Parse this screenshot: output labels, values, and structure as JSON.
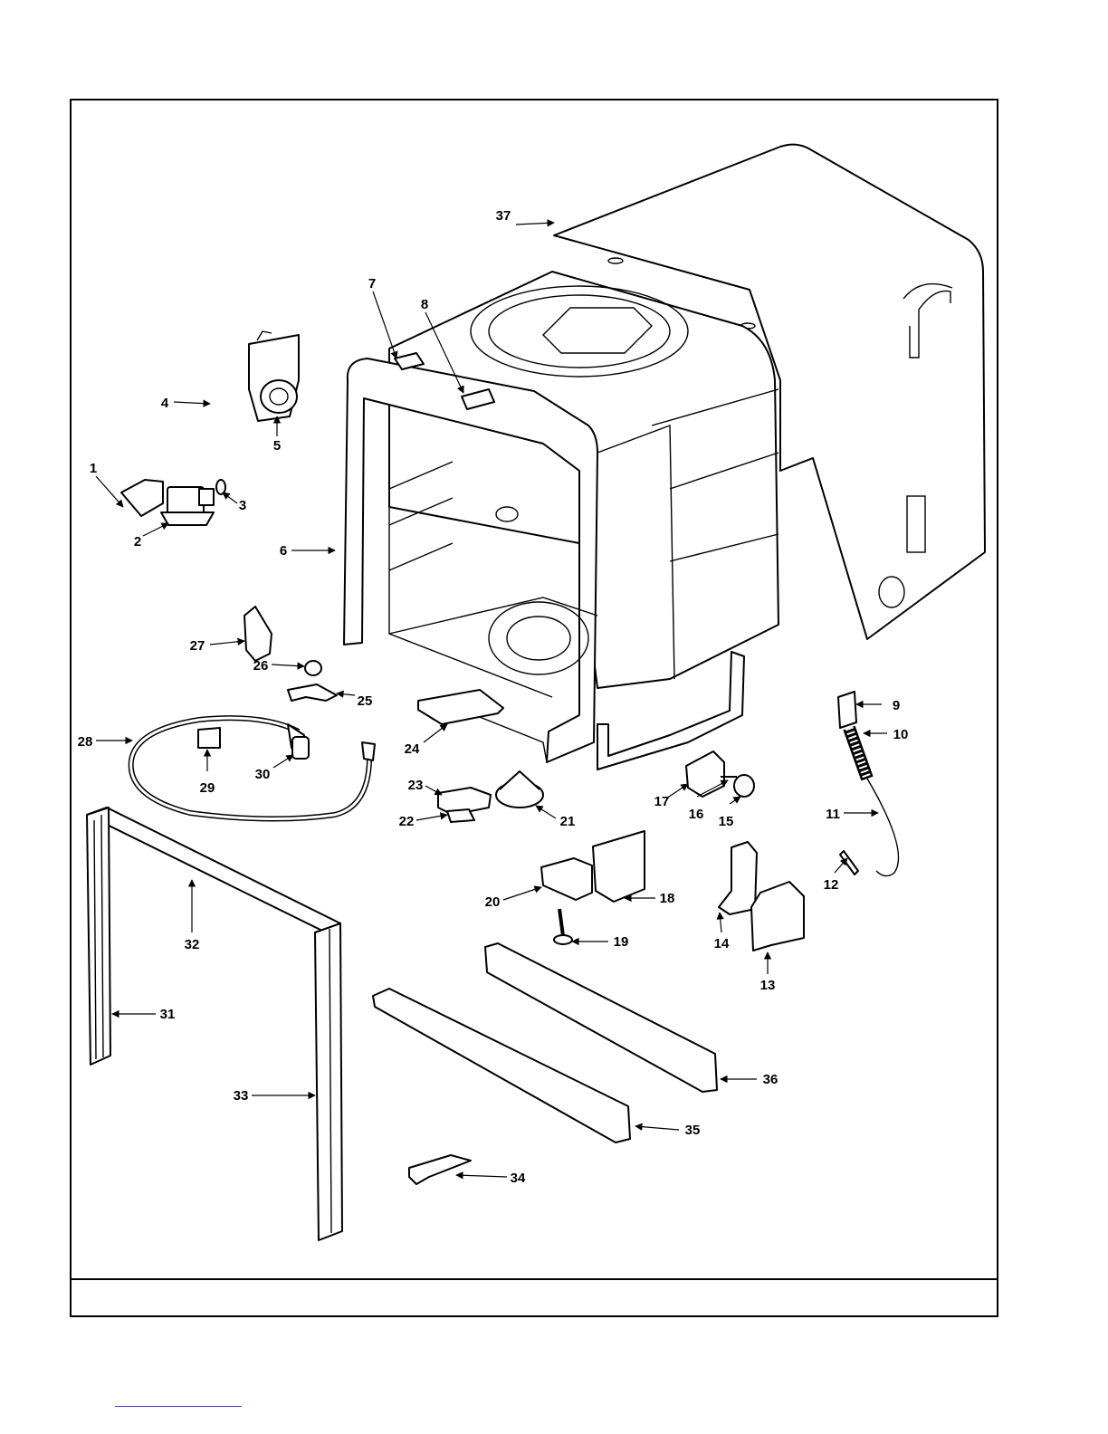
{
  "diagram": {
    "callouts": [
      {
        "id": "1",
        "label": "1"
      },
      {
        "id": "2",
        "label": "2"
      },
      {
        "id": "3",
        "label": "3"
      },
      {
        "id": "4",
        "label": "4"
      },
      {
        "id": "5",
        "label": "5"
      },
      {
        "id": "6",
        "label": "6"
      },
      {
        "id": "7",
        "label": "7"
      },
      {
        "id": "8",
        "label": "8"
      },
      {
        "id": "9",
        "label": "9"
      },
      {
        "id": "10",
        "label": "10"
      },
      {
        "id": "11",
        "label": "11"
      },
      {
        "id": "12",
        "label": "12"
      },
      {
        "id": "13",
        "label": "13"
      },
      {
        "id": "14",
        "label": "14"
      },
      {
        "id": "15",
        "label": "15"
      },
      {
        "id": "16",
        "label": "16"
      },
      {
        "id": "17",
        "label": "17"
      },
      {
        "id": "18",
        "label": "18"
      },
      {
        "id": "19",
        "label": "19"
      },
      {
        "id": "20",
        "label": "20"
      },
      {
        "id": "21",
        "label": "21"
      },
      {
        "id": "22",
        "label": "22"
      },
      {
        "id": "23",
        "label": "23"
      },
      {
        "id": "24",
        "label": "24"
      },
      {
        "id": "25",
        "label": "25"
      },
      {
        "id": "26",
        "label": "26"
      },
      {
        "id": "27",
        "label": "27"
      },
      {
        "id": "28",
        "label": "28"
      },
      {
        "id": "29",
        "label": "29"
      },
      {
        "id": "30",
        "label": "30"
      },
      {
        "id": "31",
        "label": "31"
      },
      {
        "id": "32",
        "label": "32"
      },
      {
        "id": "33",
        "label": "33"
      },
      {
        "id": "34",
        "label": "34"
      },
      {
        "id": "35",
        "label": "35"
      },
      {
        "id": "36",
        "label": "36"
      },
      {
        "id": "37",
        "label": "37"
      }
    ]
  }
}
